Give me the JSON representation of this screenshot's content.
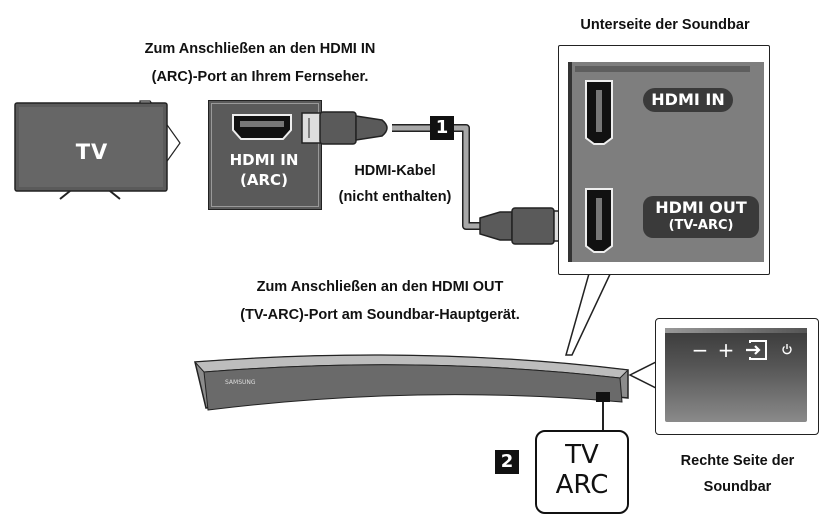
{
  "captions": {
    "tv_port_line1": "Zum Anschließen an den HDMI IN",
    "tv_port_line2": "(ARC)-Port an Ihrem Fernseher.",
    "soundbar_bottom": "Unterseite der Soundbar",
    "cable_line1": "HDMI-Kabel",
    "cable_line2": "(nicht enthalten)",
    "soundbar_port_line1": "Zum Anschließen an den HDMI OUT",
    "soundbar_port_line2": "(TV-ARC)-Port am Soundbar-Hauptgerät.",
    "right_side_line1": "Rechte Seite der",
    "right_side_line2": "Soundbar"
  },
  "tv": {
    "label": "TV"
  },
  "tv_port": {
    "line1": "HDMI IN",
    "line2": "(ARC)"
  },
  "soundbar_panel": {
    "hdmi_in": "HDMI IN",
    "hdmi_out_line1": "HDMI OUT",
    "hdmi_out_line2": "(TV-ARC)"
  },
  "steps": {
    "one": "1",
    "two": "2"
  },
  "tv_arc_badge": {
    "line1": "TV",
    "line2": "ARC"
  },
  "soundbar": {
    "brand": "SAMSUNG"
  },
  "side_buttons": {
    "minus": "−",
    "plus": "+",
    "source": "⇥",
    "power": "⏻"
  },
  "colors": {
    "device_gray": "#5a5a5a",
    "panel_dark": "#3a3a3a",
    "panel_light": "#8a8a8a",
    "cable_gray": "#9a9a9a",
    "outline": "#222222"
  }
}
